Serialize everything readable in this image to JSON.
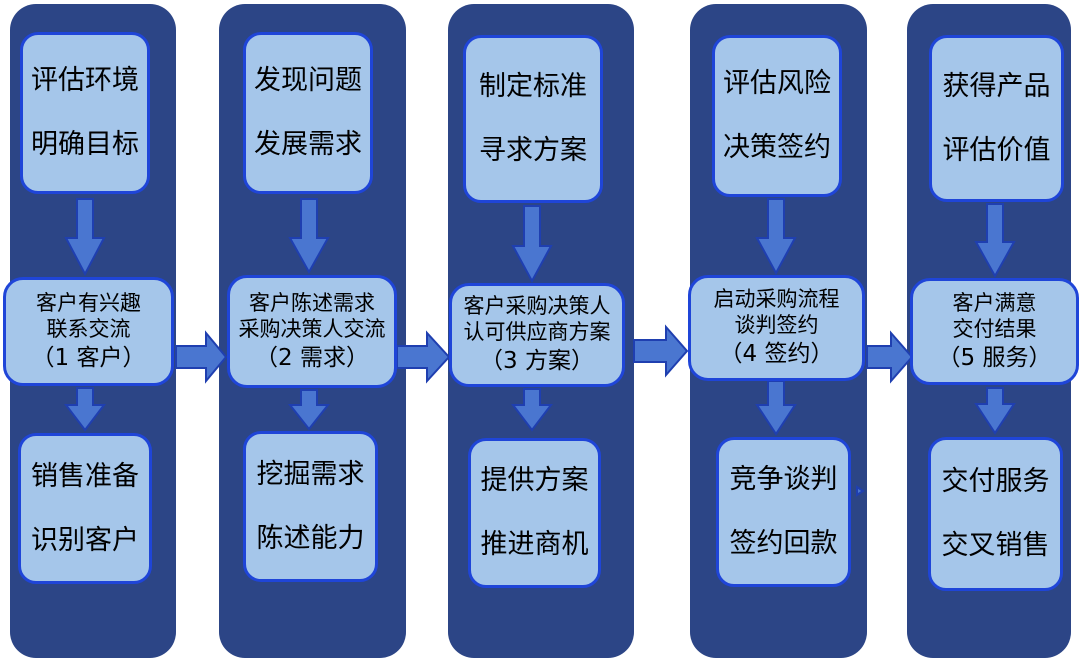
{
  "colors": {
    "column_bg": "#2c4586",
    "box_fill": "#a5c6ea",
    "box_border": "#1f45d8",
    "arrow_fill": "#4a76d0",
    "arrow_stroke": "#1f3fb0",
    "text": "#000000"
  },
  "stages": [
    {
      "top": [
        "评估环境",
        "明确目标"
      ],
      "middle": [
        "客户有兴趣",
        "联系交流",
        "（1 客户）"
      ],
      "bottom": [
        "销售准备",
        "识别客户"
      ]
    },
    {
      "top": [
        "发现问题",
        "发展需求"
      ],
      "middle": [
        "客户陈述需求",
        "采购决策人交流",
        "（2 需求）"
      ],
      "bottom": [
        "挖掘需求",
        "陈述能力"
      ]
    },
    {
      "top": [
        "制定标准",
        "寻求方案"
      ],
      "middle": [
        "客户采购决策人",
        "认可供应商方案",
        "（3 方案）"
      ],
      "bottom": [
        "提供方案",
        "推进商机"
      ]
    },
    {
      "top": [
        "评估风险",
        "决策签约"
      ],
      "middle": [
        "启动采购流程",
        "谈判签约",
        "（4 签约）"
      ],
      "bottom": [
        "竞争谈判",
        "签约回款"
      ]
    },
    {
      "top": [
        "获得产品",
        "评估价值"
      ],
      "middle": [
        "客户满意",
        "交付结果",
        "（5 服务）"
      ],
      "bottom": [
        "交付服务",
        "交叉销售"
      ]
    }
  ]
}
